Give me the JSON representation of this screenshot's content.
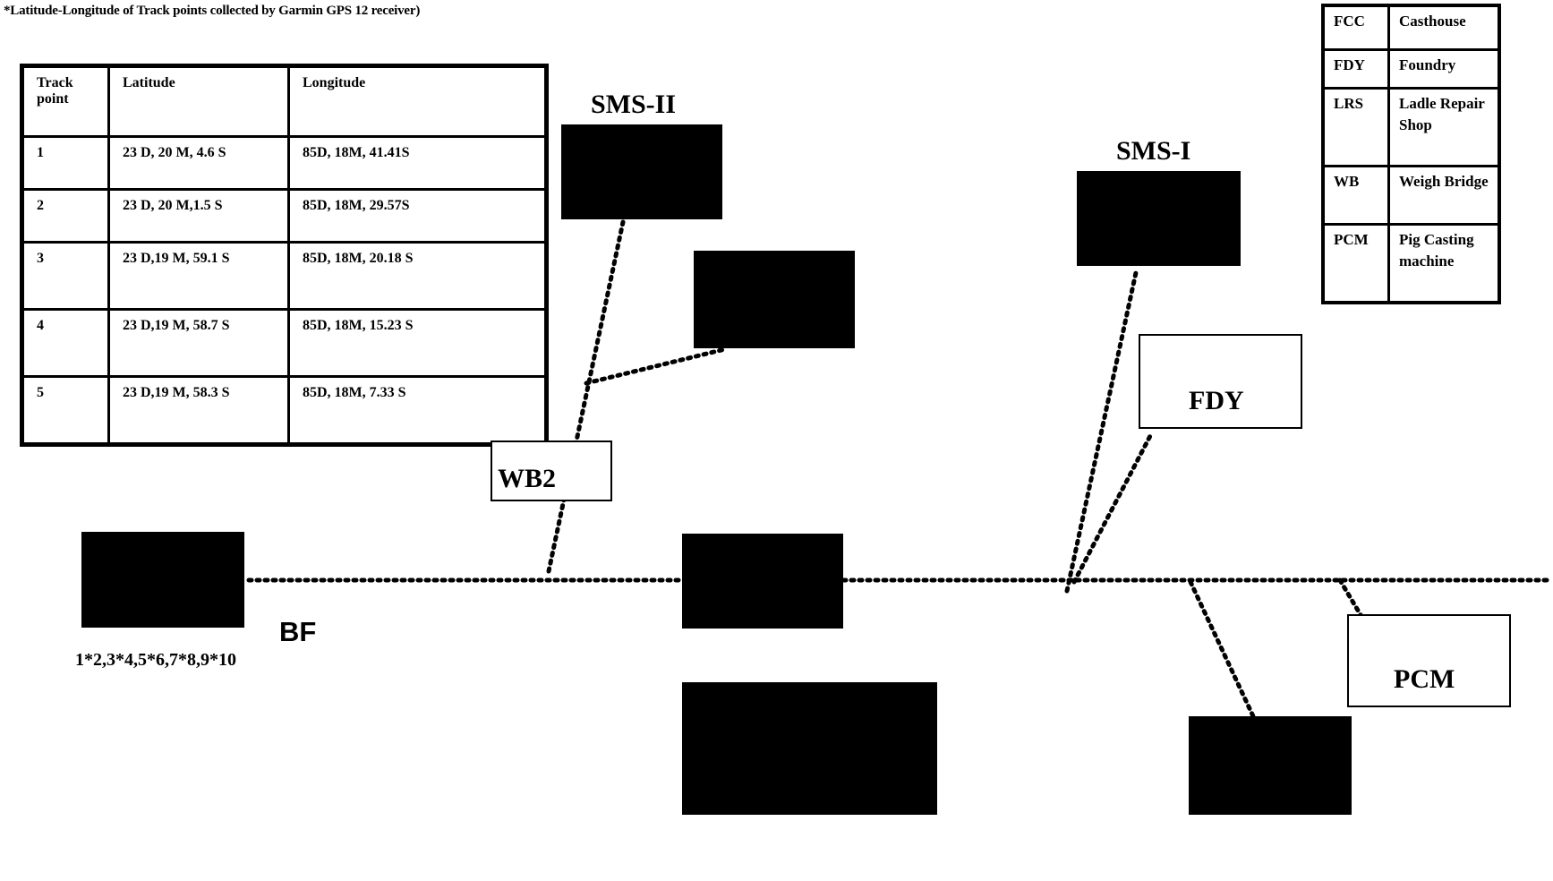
{
  "caption": "*Latitude-Longitude of Track points collected by Garmin GPS 12 receiver)",
  "track_table": {
    "headers": [
      "Track point",
      "Latitude",
      "Longitude"
    ],
    "rows": [
      [
        "1",
        "23 D, 20 M, 4.6 S",
        "85D, 18M, 41.41S"
      ],
      [
        "2",
        "23 D, 20 M,1.5 S",
        "85D, 18M, 29.57S"
      ],
      [
        "3",
        "23 D,19 M, 59.1 S",
        "85D, 18M, 20.18 S"
      ],
      [
        "4",
        "23 D,19 M, 58.7 S",
        "85D, 18M, 15.23 S"
      ],
      [
        "5",
        "23 D,19 M, 58.3 S",
        "85D, 18M, 7.33 S"
      ]
    ]
  },
  "legend": [
    {
      "code": "FCC",
      "name": "Casthouse"
    },
    {
      "code": "FDY",
      "name": "Foundry"
    },
    {
      "code": "LRS",
      "name": "Ladle Repair Shop"
    },
    {
      "code": "WB",
      "name": "Weigh Bridge"
    },
    {
      "code": "PCM",
      "name": "Pig Casting machine"
    }
  ],
  "labels": {
    "sms2": "SMS-II",
    "sms1": "SMS-I",
    "fdy": "FDY",
    "wb2": "WB2",
    "pcm": "PCM",
    "bf": "BF",
    "track_sequence": "1*2,3*4,5*6,7*8,9*10"
  },
  "colors": {
    "background": "#ffffff",
    "ink": "#000000"
  }
}
